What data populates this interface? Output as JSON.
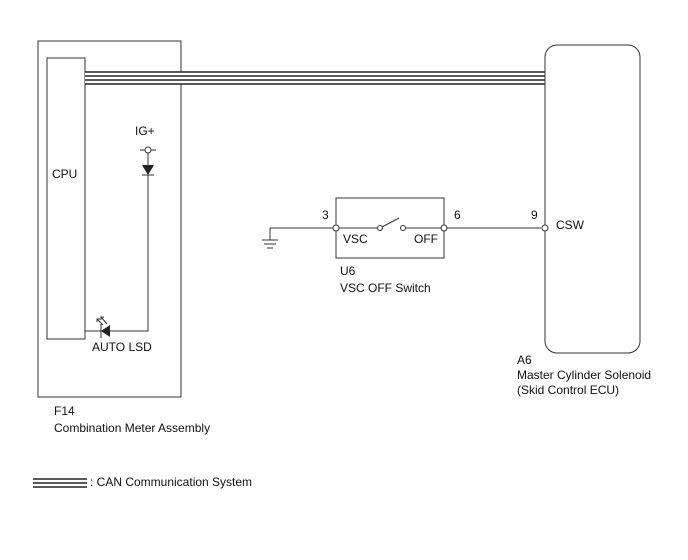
{
  "meter": {
    "code": "F14",
    "name": "Combination Meter Assembly",
    "cpu_label": "CPU",
    "power_label": "IG+",
    "indicator_label": "AUTO LSD"
  },
  "switch": {
    "code": "U6",
    "name": "VSC OFF Switch",
    "pin_left": "3",
    "pin_right": "6",
    "terminal_left": "VSC",
    "terminal_right": "OFF"
  },
  "ecu": {
    "code": "A6",
    "name": "Master Cylinder Solenoid",
    "sub_name": "(Skid Control ECU)",
    "pin": "9",
    "terminal": "CSW"
  },
  "legend": {
    "can_label": ": CAN Communication System"
  }
}
